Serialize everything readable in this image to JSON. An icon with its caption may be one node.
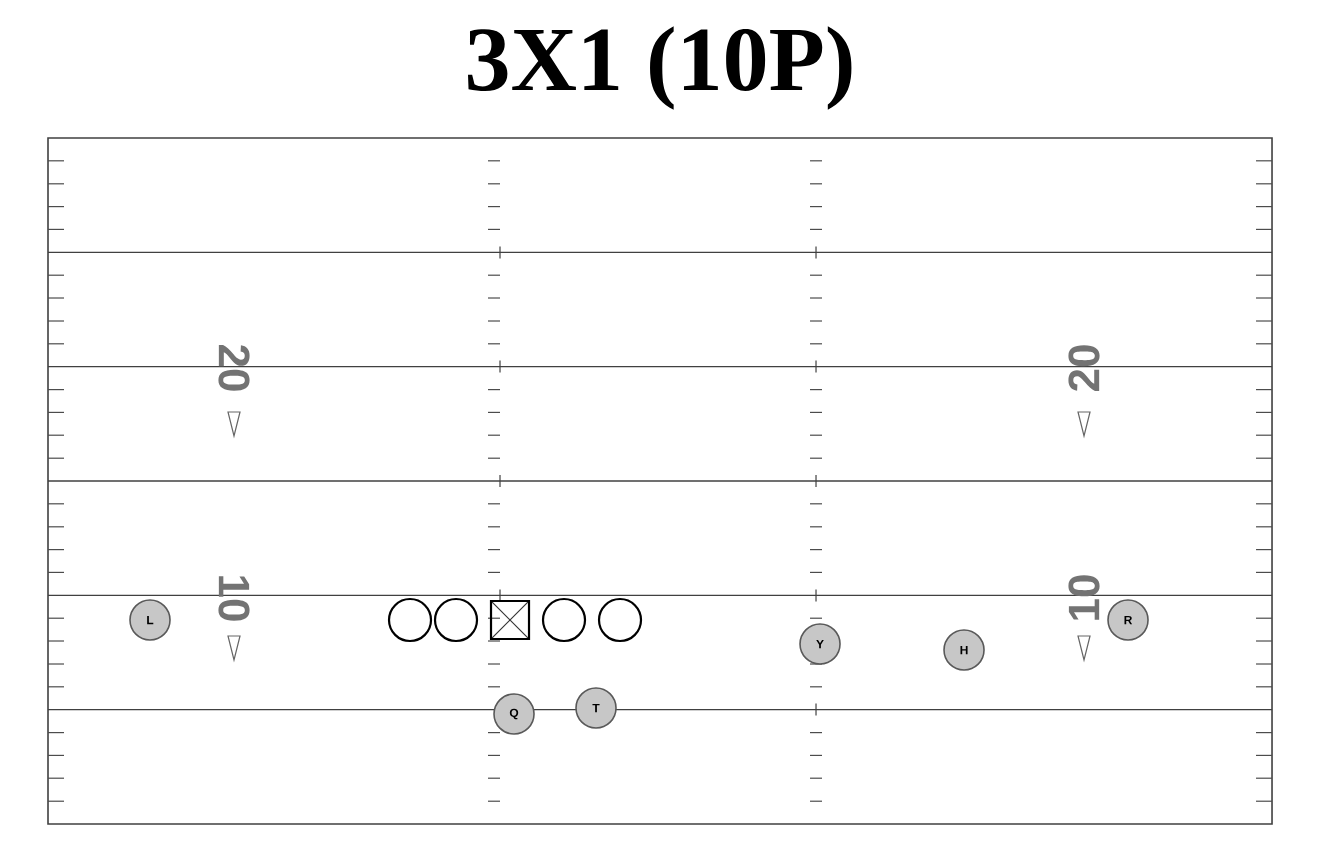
{
  "diagram": {
    "title": "3X1 (10P)",
    "nodes": [
      {
        "text": [
          "L"
        ]
      },
      {
        "text": [],
        "shape": "circle"
      },
      {
        "text": [],
        "shape": "circle"
      },
      {
        "text": [],
        "shape": "box"
      },
      {
        "text": [],
        "shape": "circle"
      },
      {
        "text": [],
        "shape": "circle"
      },
      {
        "text": [
          "R"
        ]
      },
      {
        "text": [
          "Y"
        ]
      },
      {
        "text": [
          "H"
        ]
      },
      {
        "text": [
          "Q"
        ]
      },
      {
        "text": [
          "T"
        ]
      }
    ],
    "labels": [
      "20",
      "20",
      "10",
      "10"
    ]
  }
}
